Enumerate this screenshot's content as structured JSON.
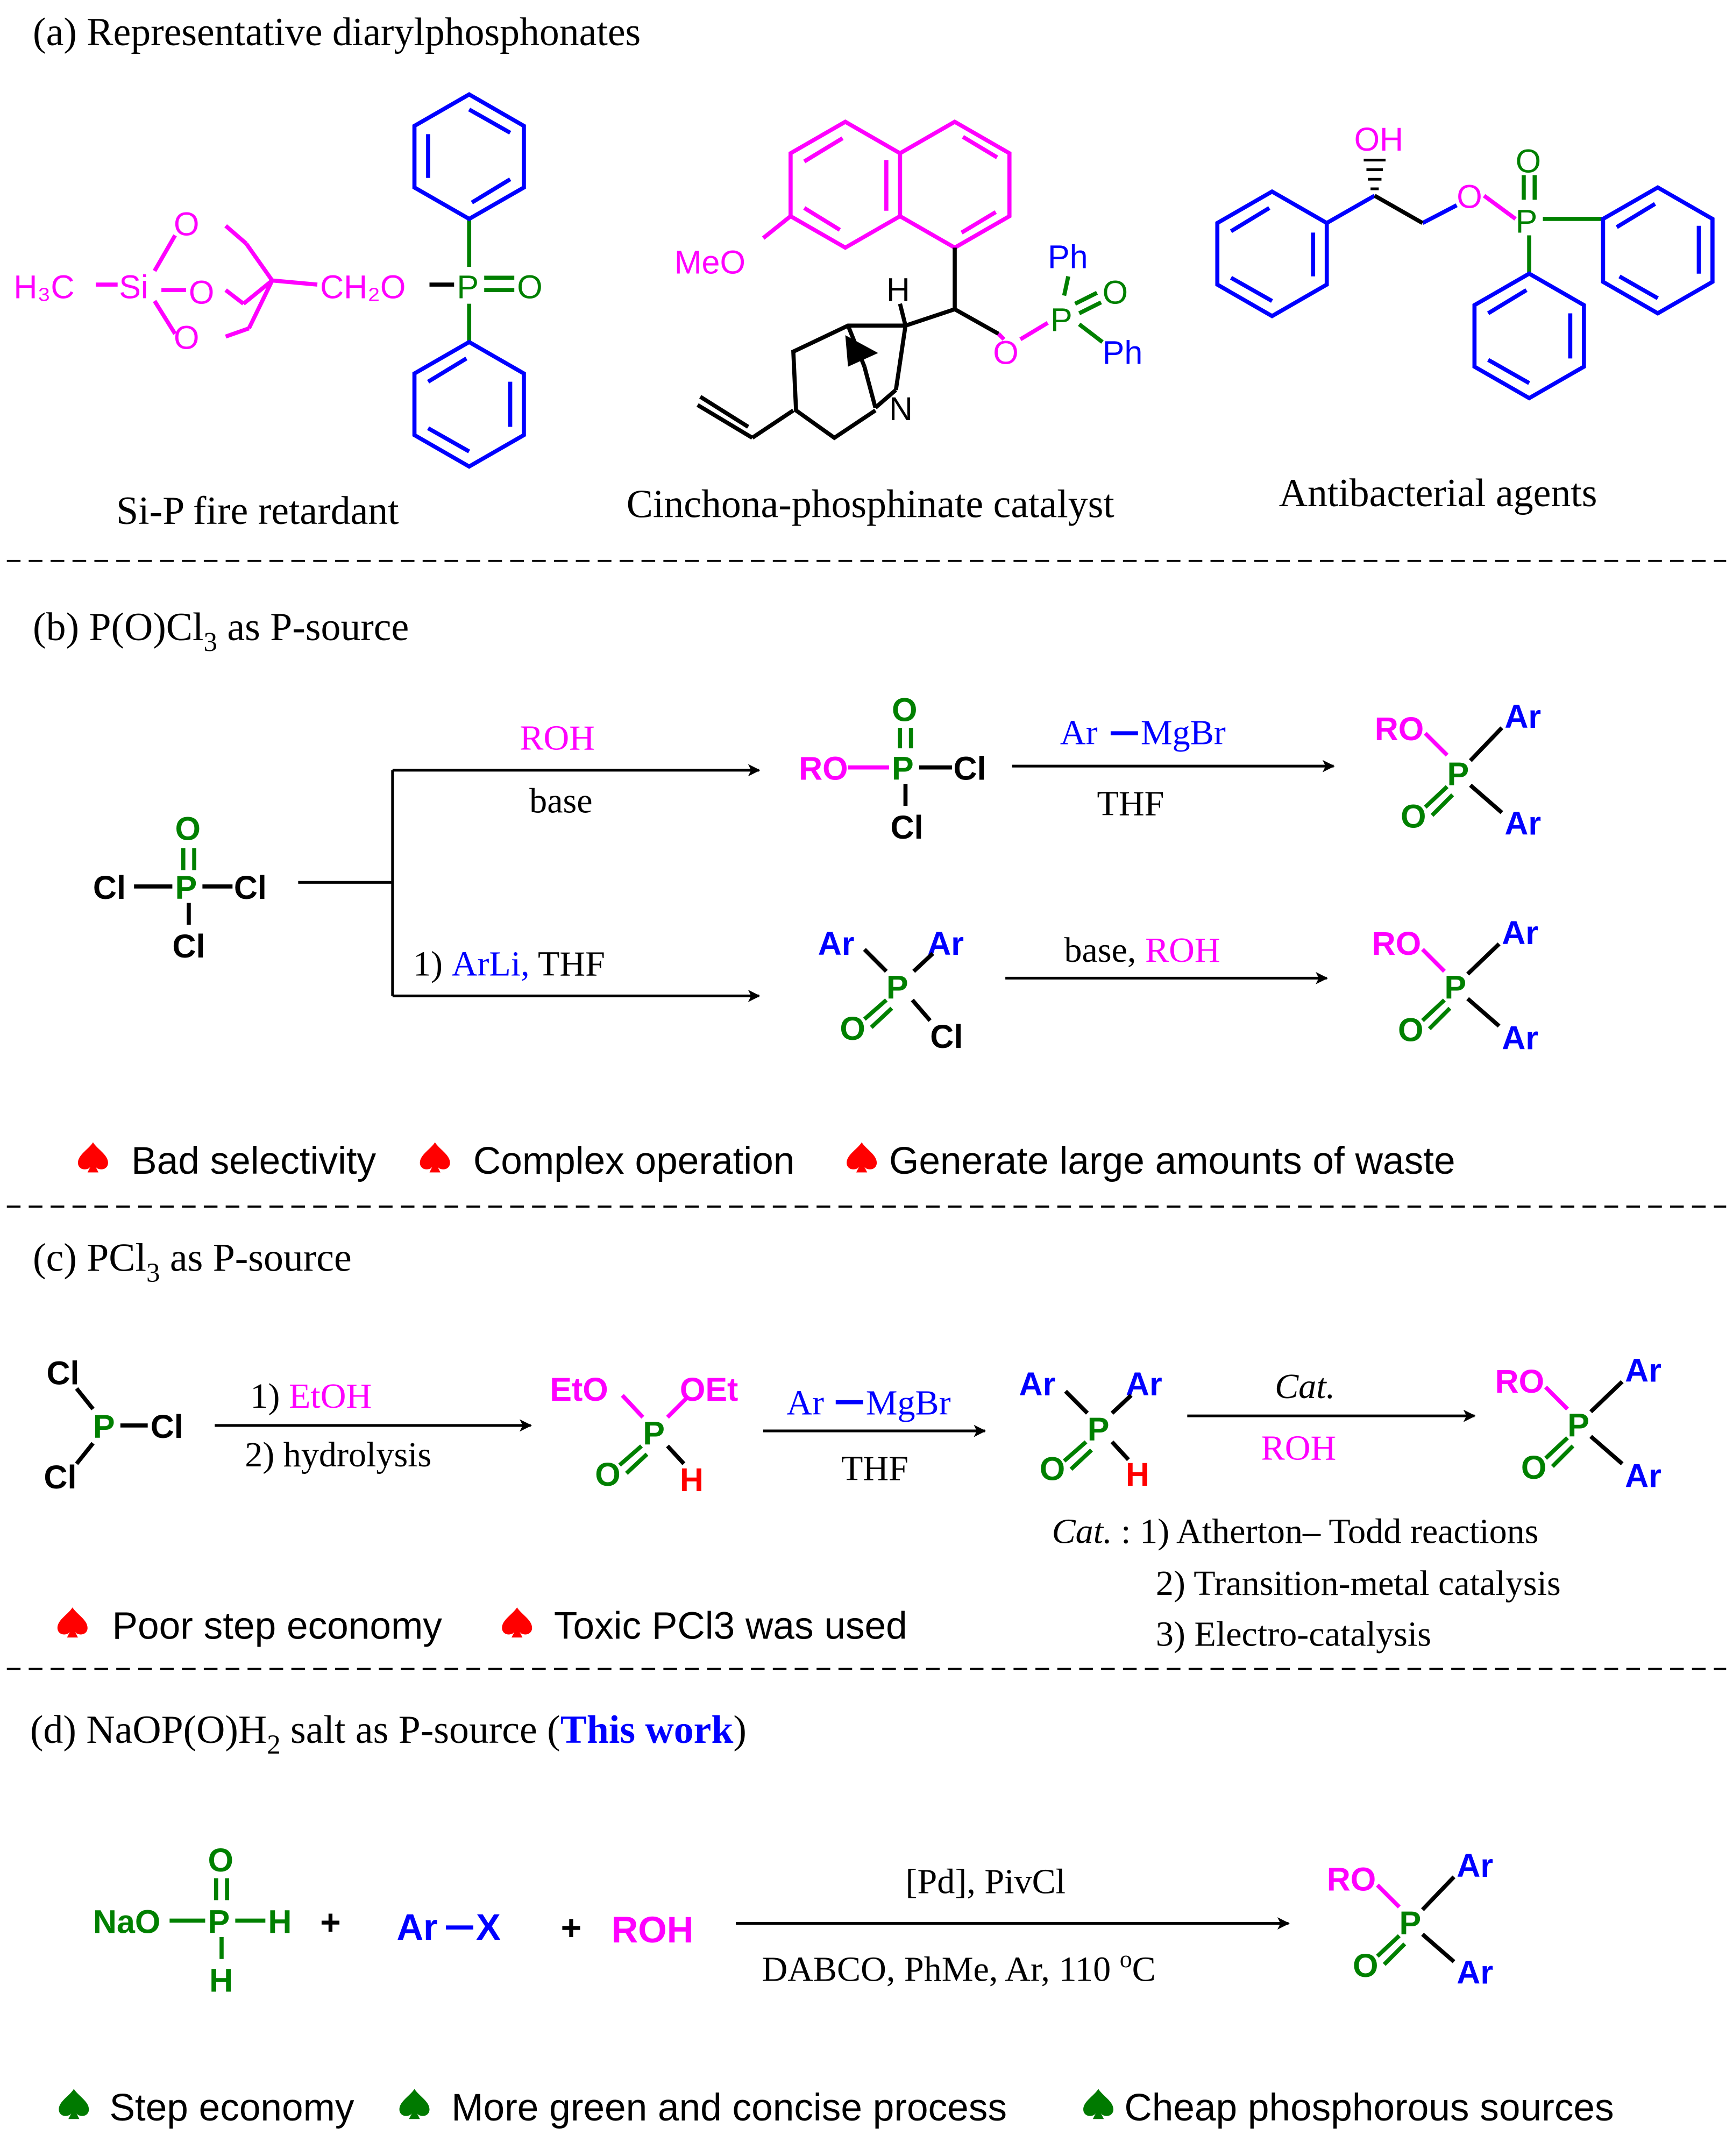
{
  "colors": {
    "magenta": "#ff00ff",
    "blue": "#0000ff",
    "green": "#008000",
    "red": "#ff0000",
    "black": "#000000",
    "darkgreen": "#007a00"
  },
  "section_a": {
    "title": "(a) Representative diarylphosphonates",
    "compound1": {
      "label": "Si-P fire retardant",
      "atoms": {
        "h3c": "H₃C",
        "si": "Si",
        "o1": "O",
        "o2": "O",
        "o3": "O",
        "ch2o": "CH₂O",
        "p": "P",
        "o_dbl": "O"
      }
    },
    "compound2": {
      "label": "Cinchona-phosphinate catalyst",
      "atoms": {
        "meo": "MeO",
        "h": "H",
        "n": "N",
        "o": "O",
        "p": "P",
        "o_dbl": "O",
        "ph1": "Ph",
        "ph2": "Ph"
      }
    },
    "compound3": {
      "label": "Antibacterial agents",
      "atoms": {
        "oh": "OH",
        "o": "O",
        "p": "P",
        "o_dbl": "O"
      }
    }
  },
  "section_b": {
    "title_main": "(b) P(O)Cl",
    "title_sub": "3",
    "title_rest": " as P-source",
    "start": {
      "cl_left": "Cl",
      "p": "P",
      "cl_right": "Cl",
      "cl_bottom": "Cl",
      "o": "O"
    },
    "top_route": {
      "reagent_above": "ROH",
      "reagent_below": "base",
      "intermediate": {
        "ro": "RO",
        "p": "P",
        "cl_right": "Cl",
        "cl_bottom": "Cl",
        "o": "O"
      },
      "reagent2_ar": "Ar",
      "reagent2_grignard": "MgBr",
      "reagent2_below": "THF",
      "product": {
        "ro": "RO",
        "p": "P",
        "o": "O",
        "ar1": "Ar",
        "ar2": "Ar"
      }
    },
    "bottom_route": {
      "reagent_step": "1) ",
      "reagent_arli": "ArLi,",
      "reagent_thf": " THF",
      "intermediate": {
        "ar1": "Ar",
        "ar2": "Ar",
        "p": "P",
        "o": "O",
        "cl": "Cl"
      },
      "reagent2_base": "base, ",
      "reagent2_roh": "ROH",
      "product": {
        "ro": "RO",
        "p": "P",
        "o": "O",
        "ar1": "Ar",
        "ar2": "Ar"
      }
    },
    "drawbacks": [
      "Bad selectivity",
      "Complex operation",
      "Generate large amounts of waste"
    ]
  },
  "section_c": {
    "title_main": "(c)  PCl",
    "title_sub": "3",
    "title_rest": " as P-source",
    "start": {
      "cl_top": "Cl",
      "p": "P",
      "cl_right": "Cl",
      "cl_bottom": "Cl"
    },
    "step1_line1_num": "1)  ",
    "step1_line1_reagent": "EtOH",
    "step1_line2": "2)  hydrolysis",
    "intermediate1": {
      "eto": "EtO",
      "oet": "OEt",
      "p": "P",
      "o": "O",
      "h": "H"
    },
    "step2_ar": "Ar",
    "step2_grignard": "MgBr",
    "step2_below": "THF",
    "intermediate2": {
      "ar1": "Ar",
      "ar2": "Ar",
      "p": "P",
      "o": "O",
      "h": "H"
    },
    "step3_above": "Cat.",
    "step3_below": "ROH",
    "product": {
      "ro": "RO",
      "p": "P",
      "o": "O",
      "ar1": "Ar",
      "ar2": "Ar"
    },
    "cat_label": "Cat.",
    "cat_colon": " : ",
    "cat_options": [
      "1) Atherton– Todd reactions",
      "2) Transition-metal catalysis",
      "3) Electro-catalysis"
    ],
    "drawbacks": [
      "Poor step economy",
      "Toxic PCl3 was used"
    ]
  },
  "section_d": {
    "title_main": "(d) NaOP(O)H",
    "title_sub": "2",
    "title_rest": " salt as P-source (",
    "title_highlight": "This work",
    "title_end": ")",
    "reactant1": {
      "nao": "NaO",
      "p": "P",
      "h_right": "H",
      "h_bottom": "H",
      "o": "O"
    },
    "plus": "+",
    "reactant2": {
      "ar": "Ar",
      "x": "X"
    },
    "reactant3": "ROH",
    "conditions_above": "[Pd], PivCl",
    "conditions_below": "DABCO, PhMe, Ar, 110 ",
    "conditions_sup": "o",
    "conditions_unit": "C",
    "product": {
      "ro": "RO",
      "p": "P",
      "o": "O",
      "ar1": "Ar",
      "ar2": "Ar"
    },
    "advantages": [
      "Step economy",
      "More green and concise process",
      "Cheap phosphorous sources"
    ]
  }
}
